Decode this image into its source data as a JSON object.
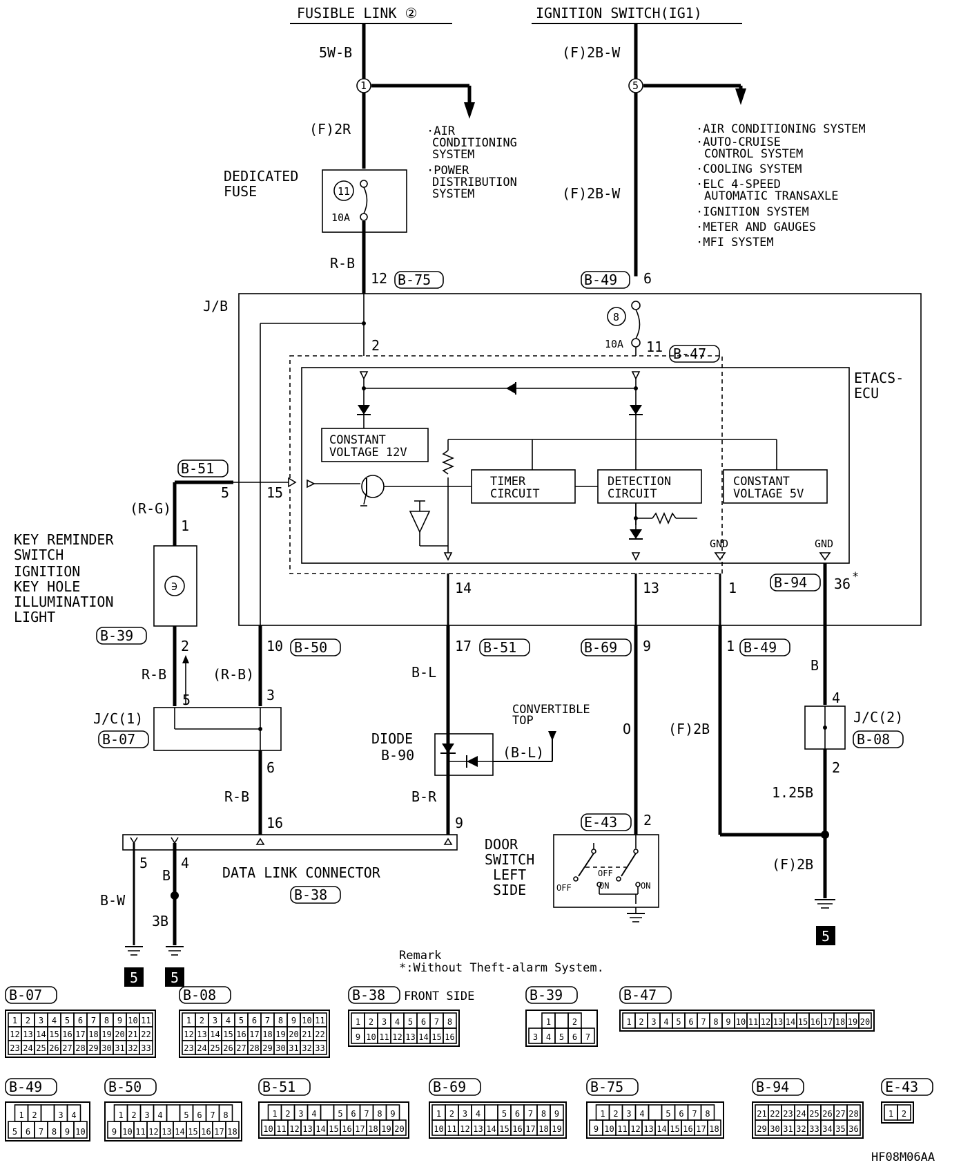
{
  "sources": {
    "fusible_link": "FUSIBLE LINK ②",
    "ignition_switch": "IGNITION SWITCH(IG1)"
  },
  "wires": {
    "w_5wb": "5W-B",
    "w_f2r": "(F)2R",
    "w_rb_top": "R-B",
    "w_f2bw_1": "(F)2B-W",
    "w_f2bw_2": "(F)2B-W",
    "w_rg": "(R-G)",
    "w_rb_left": "R-B",
    "w_rb_paren": "(R-B)",
    "w_rb_low": "R-B",
    "w_bl": "B-L",
    "w_bl_paren": "(B-L)",
    "w_br": "B-R",
    "w_o": "O",
    "w_f2b_mid": "(F)2B",
    "w_b": "B",
    "w_125b": "1.25B",
    "w_f2b_low": "(F)2B",
    "w_bw": "B-W",
    "w_b_dlc": "B",
    "w_3b": "3B"
  },
  "systems_left": [
    "·AIR",
    "CONDITIONING",
    "SYSTEM",
    "·POWER",
    "DISTRIBUTION",
    "SYSTEM"
  ],
  "systems_right": [
    "·AIR CONDITIONING SYSTEM",
    "·AUTO-CRUISE",
    "CONTROL SYSTEM",
    "·COOLING SYSTEM",
    "·ELC 4-SPEED",
    "AUTOMATIC TRANSAXLE",
    "·IGNITION SYSTEM",
    "·METER AND GAUGES",
    "·MFI SYSTEM"
  ],
  "components": {
    "dedicated_fuse": [
      "DEDICATED",
      "FUSE"
    ],
    "fuse_11_num": "11",
    "fuse_11_rating": "10A",
    "fuse_8_num": "8",
    "fuse_8_rating": "10A",
    "jb": "J/B",
    "etacs": [
      "ETACS-",
      "ECU"
    ],
    "constant_12v": [
      "CONSTANT",
      "VOLTAGE 12V"
    ],
    "timer": [
      "TIMER",
      "CIRCUIT"
    ],
    "detection": [
      "DETECTION",
      "CIRCUIT"
    ],
    "constant_5v": [
      "CONSTANT",
      "VOLTAGE 5V"
    ],
    "gnd1": "GND",
    "gnd2": "GND",
    "key_reminder": [
      "KEY REMINDER",
      "SWITCH",
      "IGNITION",
      "KEY HOLE",
      "ILLUMINATION",
      "LIGHT"
    ],
    "jc1": "J/C(1)",
    "jc2": "J/C(2)",
    "diode": [
      "DIODE",
      "B-90"
    ],
    "convertible": [
      "CONVERTIBLE",
      "TOP"
    ],
    "dlc": "DATA LINK CONNECTOR",
    "door_switch": [
      "DOOR",
      "SWITCH",
      "LEFT",
      "SIDE"
    ],
    "off1": "OFF",
    "off2": "OFF",
    "on1": "ON",
    "on2": "ON",
    "ground_ref": "5"
  },
  "connector_refs": {
    "b75": "B-75",
    "b49a": "B-49",
    "b47": "B-47",
    "b51a": "B-51",
    "b39": "B-39",
    "b50": "B-50",
    "b51b": "B-51",
    "b69": "B-69",
    "b49b": "B-49",
    "b94": "B-94",
    "b07": "B-07",
    "b08": "B-08",
    "b38": "B-38",
    "e43": "E-43"
  },
  "pins": {
    "p12": "12",
    "p6": "6",
    "p2": "2",
    "p11": "11",
    "p5": "5",
    "p15": "15",
    "p1": "1",
    "p14": "14",
    "p13": "13",
    "p1b": "1",
    "p36": "36",
    "star": "*",
    "p2b": "2",
    "p10": "10",
    "p17": "17",
    "p9": "9",
    "p1c": "1",
    "p5b": "5",
    "p3": "3",
    "p4": "4",
    "p6b": "6",
    "p2c": "2",
    "p2d": "2",
    "p16": "16",
    "p9b": "9",
    "p5c": "5",
    "p4b": "4"
  },
  "remark": [
    "Remark",
    "*:Without Theft-alarm System."
  ],
  "legend": [
    {
      "id": "B-07",
      "rows": [
        [
          "1",
          "2",
          "3",
          "4",
          "5",
          "6",
          "7",
          "8",
          "9",
          "10",
          "11"
        ],
        [
          "12",
          "13",
          "14",
          "15",
          "16",
          "17",
          "18",
          "19",
          "20",
          "21",
          "22"
        ],
        [
          "23",
          "24",
          "25",
          "26",
          "27",
          "28",
          "29",
          "30",
          "31",
          "32",
          "33"
        ]
      ]
    },
    {
      "id": "B-08",
      "rows": [
        [
          "1",
          "2",
          "3",
          "4",
          "5",
          "6",
          "7",
          "8",
          "9",
          "10",
          "11"
        ],
        [
          "12",
          "13",
          "14",
          "15",
          "16",
          "17",
          "18",
          "19",
          "20",
          "21",
          "22"
        ],
        [
          "23",
          "24",
          "25",
          "26",
          "27",
          "28",
          "29",
          "30",
          "31",
          "32",
          "33"
        ]
      ]
    },
    {
      "id": "B-38",
      "label": "FRONT SIDE",
      "rows": [
        [
          "1",
          "2",
          "3",
          "4",
          "5",
          "6",
          "7",
          "8"
        ],
        [
          "9",
          "10",
          "11",
          "12",
          "13",
          "14",
          "15",
          "16"
        ]
      ]
    },
    {
      "id": "B-39",
      "rows": [
        [
          "1",
          "",
          "2"
        ],
        [
          "3",
          "4",
          "5",
          "6",
          "7"
        ]
      ]
    },
    {
      "id": "B-47",
      "rows": [
        [
          "1",
          "2",
          "3",
          "4",
          "5",
          "6",
          "7",
          "8",
          "9",
          "10",
          "11",
          "12",
          "13",
          "14",
          "15",
          "16",
          "17",
          "18",
          "19",
          "20"
        ]
      ]
    },
    {
      "id": "B-49",
      "rows": [
        [
          "1",
          "2",
          "",
          "3",
          "4"
        ],
        [
          "5",
          "6",
          "7",
          "8",
          "9",
          "10"
        ]
      ]
    },
    {
      "id": "B-50",
      "rows": [
        [
          "1",
          "2",
          "3",
          "4",
          "",
          "5",
          "6",
          "7",
          "8"
        ],
        [
          "9",
          "10",
          "11",
          "12",
          "13",
          "14",
          "15",
          "16",
          "17",
          "18"
        ]
      ]
    },
    {
      "id": "B-51",
      "rows": [
        [
          "1",
          "2",
          "3",
          "4",
          "",
          "5",
          "6",
          "7",
          "8",
          "9"
        ],
        [
          "10",
          "11",
          "12",
          "13",
          "14",
          "15",
          "16",
          "17",
          "18",
          "19",
          "20"
        ]
      ]
    },
    {
      "id": "B-69",
      "rows": [
        [
          "1",
          "2",
          "3",
          "4",
          "",
          "5",
          "6",
          "7",
          "8",
          "9"
        ],
        [
          "10",
          "11",
          "12",
          "13",
          "14",
          "15",
          "16",
          "17",
          "18",
          "19"
        ]
      ]
    },
    {
      "id": "B-75",
      "rows": [
        [
          "1",
          "2",
          "3",
          "4",
          "",
          "5",
          "6",
          "7",
          "8"
        ],
        [
          "9",
          "10",
          "11",
          "12",
          "13",
          "14",
          "15",
          "16",
          "17",
          "18"
        ]
      ]
    },
    {
      "id": "B-94",
      "rows": [
        [
          "21",
          "22",
          "23",
          "24",
          "25",
          "26",
          "27",
          "28"
        ],
        [
          "29",
          "30",
          "31",
          "32",
          "33",
          "34",
          "35",
          "36"
        ]
      ]
    },
    {
      "id": "E-43",
      "rows": [
        [
          "1",
          "2"
        ]
      ]
    }
  ],
  "figure_code": "HF08M06AA"
}
